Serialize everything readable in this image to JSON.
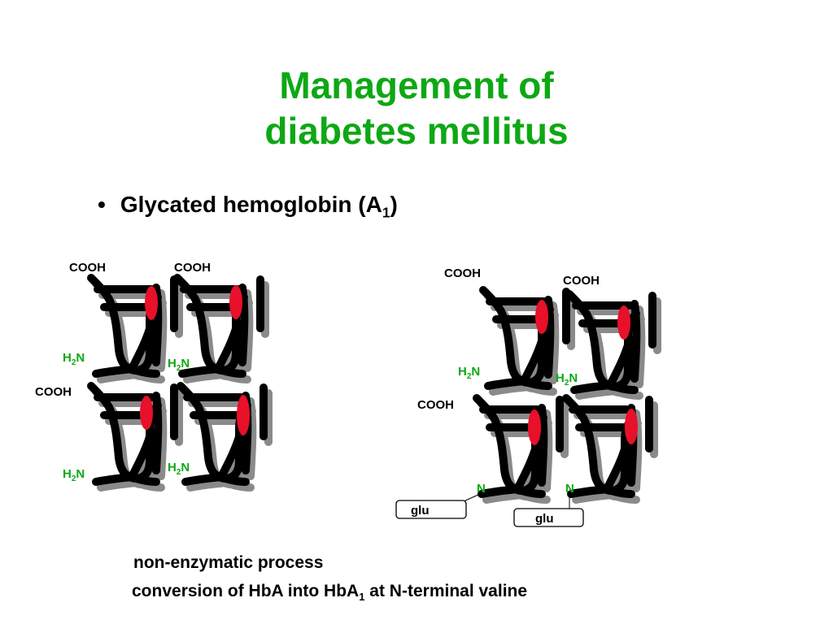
{
  "slide": {
    "title_line1": "Management of",
    "title_line2": "diabetes mellitus",
    "bullet": {
      "text": "Glycated hemoglobin (A",
      "sub": "1",
      "suffix": ")"
    },
    "caption1": "non-enzymatic process",
    "caption2": {
      "before": "conversion of HbA into HbA",
      "sub": "1",
      "after": " at N-terminal valine"
    }
  },
  "labels": {
    "cooh": "COOH",
    "h2n_h": "H",
    "h2n_sub": "2",
    "h2n_n": "N",
    "n": "N",
    "glu": "glu"
  },
  "colors": {
    "title": "#0ea814",
    "chain": "#000000",
    "shadow": "#8a8a8a",
    "heme": "#e8102a",
    "amine": "#0ea814"
  }
}
